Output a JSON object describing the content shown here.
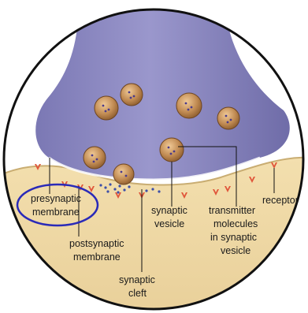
{
  "labels": {
    "receptor": "receptor",
    "presynaptic_1": "presynaptic",
    "presynaptic_2": "membrane",
    "postsynaptic_1": "postsynaptic",
    "postsynaptic_2": "membrane",
    "synaptic_vesicle_1": "synaptic",
    "synaptic_vesicle_2": "vesicle",
    "transmitter_1": "transmitter",
    "transmitter_2": "molecules",
    "transmitter_3": "in synaptic",
    "transmitter_4": "vesicle",
    "cleft_1": "synaptic",
    "cleft_2": "cleft"
  },
  "colors": {
    "axon_terminal": "#8f8cc2",
    "postsynaptic_cell": "#efd9a3",
    "vesicle": "#b9824c",
    "receptor": "#e0553a",
    "highlight_ellipse": "#2a2ab8",
    "border": "#111111"
  }
}
